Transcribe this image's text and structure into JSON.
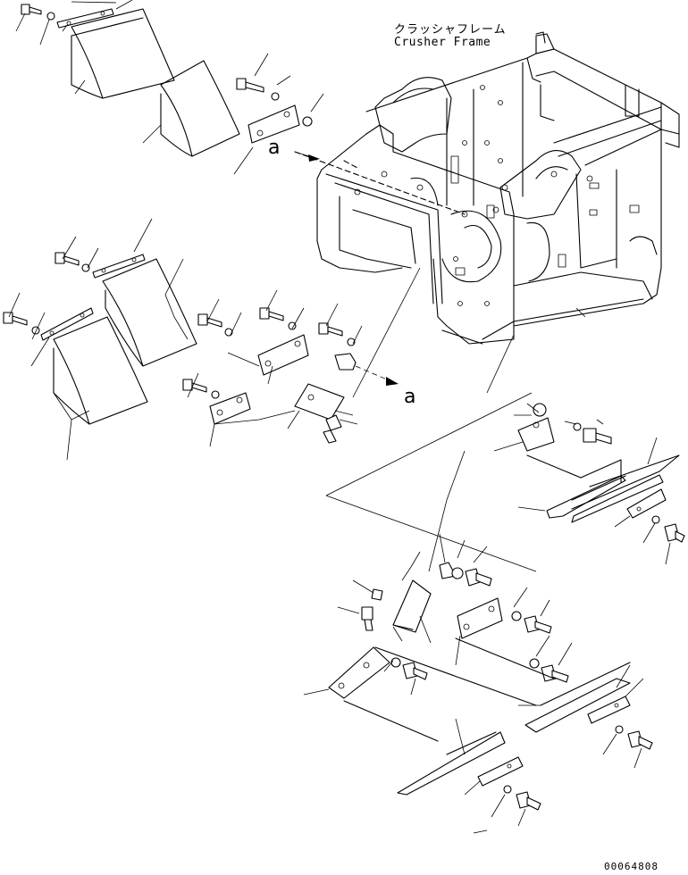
{
  "drawing": {
    "frame_label_jp": "クラッシャフレーム",
    "frame_label_en": "Crusher Frame",
    "ref_a_upper": "a",
    "ref_a_lower": "a",
    "drawing_number": "00064808"
  },
  "colors": {
    "ink": "#000000",
    "paper": "#ffffff"
  }
}
